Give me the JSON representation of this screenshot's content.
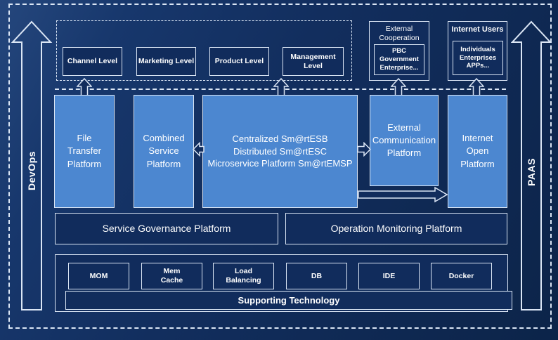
{
  "colors": {
    "bg-top": "#25477d",
    "bg-upper": "#17376c",
    "bg-mid": "#122e5e",
    "bg-bottom": "#0c2449",
    "box-blue": "#4c87d0",
    "box-dark": "#112c5c",
    "line": "#dbe6f5",
    "text": "#ffffff"
  },
  "side_rails": {
    "devops_label": "DevOps",
    "paas_label": "PAAS"
  },
  "levels": {
    "items": [
      "Channel Level",
      "Marketing Level",
      "Product Level",
      "Management Level"
    ]
  },
  "external_cooperation": {
    "title": "External\nCooperation",
    "member": "PBC Government\nEnterprise..."
  },
  "internet_users": {
    "title": "Internet Users",
    "member": "Individuals\nEnterprises\nAPPs..."
  },
  "platforms": {
    "file_transfer": "File\nTransfer\nPlatform",
    "combined_service": "Combined\nService\nPlatform",
    "esb_suite": "Centralized Sm@rtESB\nDistributed Sm@rtESC\nMicroservice Platform Sm@rtEMSP",
    "external_communication": "External\nCommunication\nPlatform",
    "internet_open": "Internet\nOpen\nPlatform"
  },
  "governance": {
    "service_governance": "Service Governance Platform",
    "operation_monitoring": "Operation Monitoring Platform"
  },
  "supporting": {
    "technologies": [
      "MOM",
      "Mem\nCache",
      "Load\nBalancing",
      "DB",
      "IDE",
      "Docker"
    ],
    "bar_label": "Supporting Technology"
  }
}
